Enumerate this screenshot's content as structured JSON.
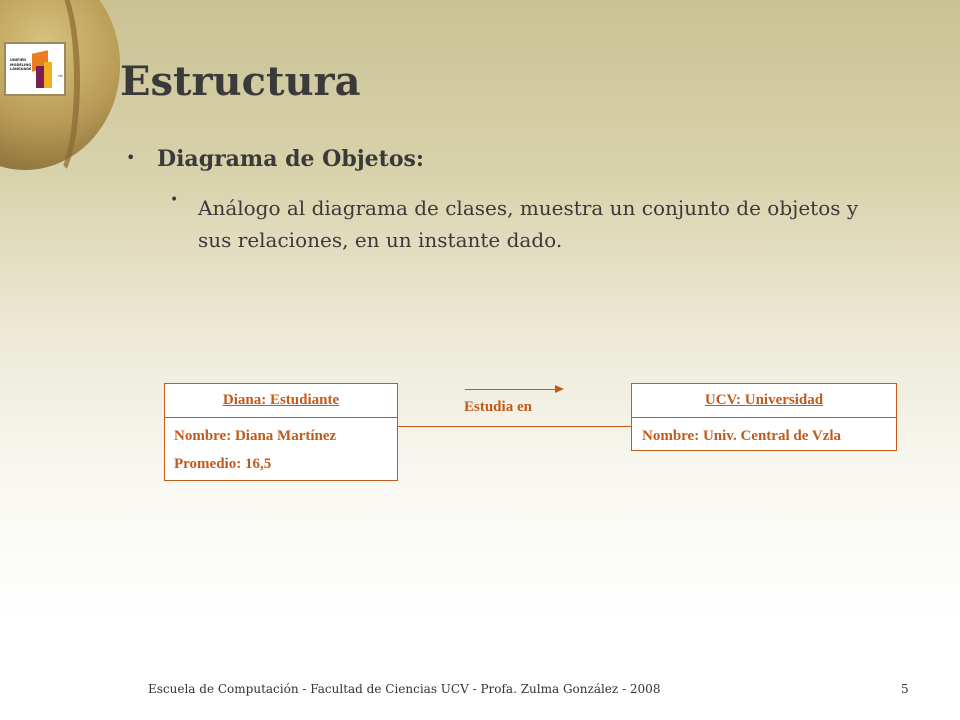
{
  "slide": {
    "title": "Estructura",
    "bullet_main": "Diagrama de Objetos:",
    "bullet_sub": "Análogo al diagrama de clases, muestra un conjunto de objetos y sus relaciones, en un instante dado."
  },
  "logo": {
    "text_lines": [
      "UNIFIED",
      "MODELING",
      "LANGUAGE"
    ],
    "tm": "TM"
  },
  "diagram": {
    "objects": [
      {
        "name": "Diana: Estudiante",
        "attributes": [
          "Nombre: Diana Martínez",
          "Promedio: 16,5"
        ]
      },
      {
        "name": "UCV: Universidad",
        "attributes": [
          "Nombre: Univ. Central de Vzla"
        ]
      }
    ],
    "association": {
      "label": "Estudia en"
    }
  },
  "colors": {
    "accent": "#c15a1a",
    "text": "#3a3a3a"
  },
  "footer": {
    "text": "Escuela de Computación - Facultad de Ciencias UCV - Profa. Zulma González - 2008",
    "page": "5"
  }
}
